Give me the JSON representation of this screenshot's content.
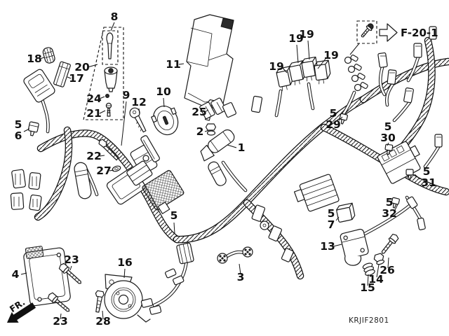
{
  "diagram": {
    "part_code": "KRJIF2801",
    "frame_ref_label": "F-20-1",
    "front_direction_label": "FR."
  },
  "callouts": [
    {
      "id": "part-8",
      "label": "8"
    },
    {
      "id": "part-20",
      "label": "20"
    },
    {
      "id": "part-24",
      "label": "24"
    },
    {
      "id": "part-21",
      "label": "21"
    },
    {
      "id": "part-9",
      "label": "9"
    },
    {
      "id": "part-18",
      "label": "18"
    },
    {
      "id": "part-17",
      "label": "17"
    },
    {
      "id": "part-5-left",
      "label": "5"
    },
    {
      "id": "part-6",
      "label": "6"
    },
    {
      "id": "part-11",
      "label": "11"
    },
    {
      "id": "part-10",
      "label": "10"
    },
    {
      "id": "part-12",
      "label": "12"
    },
    {
      "id": "part-25",
      "label": "25"
    },
    {
      "id": "part-2",
      "label": "2"
    },
    {
      "id": "part-1",
      "label": "1"
    },
    {
      "id": "part-19-a",
      "label": "19"
    },
    {
      "id": "part-19-b",
      "label": "19"
    },
    {
      "id": "part-19-c",
      "label": "19"
    },
    {
      "id": "part-19-d",
      "label": "19"
    },
    {
      "id": "part-5-29a",
      "label": "5"
    },
    {
      "id": "part-29",
      "label": "29"
    },
    {
      "id": "part-5-30a",
      "label": "5"
    },
    {
      "id": "part-30",
      "label": "30"
    },
    {
      "id": "part-5-31a",
      "label": "5"
    },
    {
      "id": "part-31",
      "label": "31"
    },
    {
      "id": "part-5-32a",
      "label": "5"
    },
    {
      "id": "part-32",
      "label": "32"
    },
    {
      "id": "part-5-7a",
      "label": "5"
    },
    {
      "id": "part-7",
      "label": "7"
    },
    {
      "id": "part-5-main",
      "label": "5"
    },
    {
      "id": "part-13",
      "label": "13"
    },
    {
      "id": "part-14",
      "label": "14"
    },
    {
      "id": "part-15",
      "label": "15"
    },
    {
      "id": "part-26",
      "label": "26"
    },
    {
      "id": "part-3",
      "label": "3"
    },
    {
      "id": "part-16",
      "label": "16"
    },
    {
      "id": "part-4",
      "label": "4"
    },
    {
      "id": "part-23-a",
      "label": "23"
    },
    {
      "id": "part-23-b",
      "label": "23"
    },
    {
      "id": "part-22",
      "label": "22"
    },
    {
      "id": "part-27",
      "label": "27"
    },
    {
      "id": "part-28",
      "label": "28"
    }
  ]
}
